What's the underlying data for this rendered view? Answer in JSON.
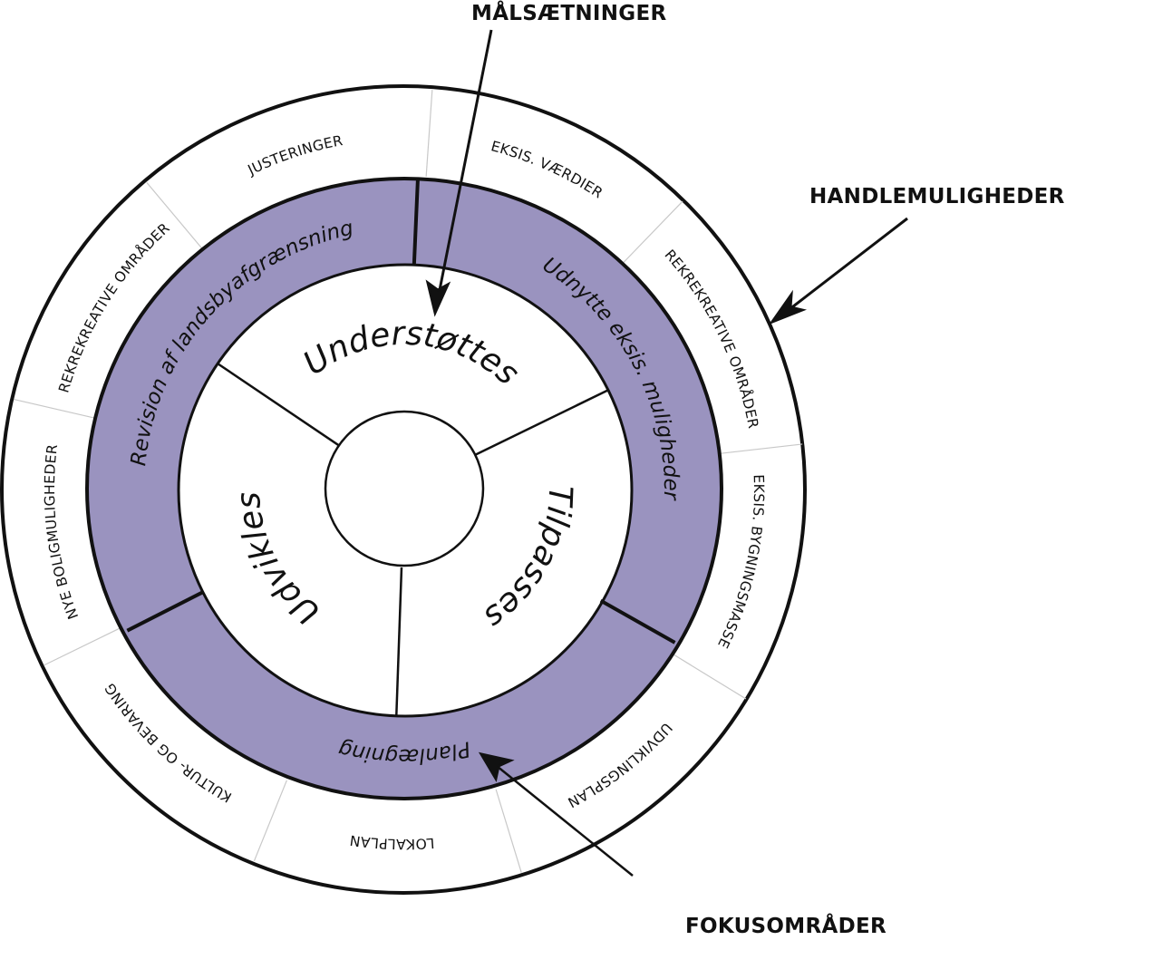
{
  "colors": {
    "focus_ring_fill": "#9a93bf",
    "stroke": "#111111",
    "minor_divider": "#c8c8c8",
    "background": "#ffffff"
  },
  "callouts": {
    "goals": "MÅLSÆTNINGER",
    "actions": "HANDLEMULIGHEDER",
    "focus": "FOKUSOMRÅDER"
  },
  "rings": {
    "goals": {
      "name": "Målsætninger",
      "segments": [
        "Understøttes",
        "Tilpasses",
        "Udvikles"
      ]
    },
    "focus_areas": {
      "name": "Fokusområder",
      "segments": [
        "Revision af landsbyafgrænsning",
        "Udnytte eksis. muligheder",
        "Planlægning"
      ]
    },
    "action_options": {
      "name": "Handlemuligheder",
      "segments": [
        "JUSTERINGER",
        "EKSIS. VÆRDIER",
        "REKREKREATIVE OMRÅDER",
        "EKSIS. BYGNINGSMASSE",
        "UDVIKLINGSPLAN",
        "LOKALPLAN",
        "KULTUR- OG BEVARING",
        "NYE BOLIGMULIGHEDER",
        "REKREKREATIVE OMRÅDER"
      ]
    }
  }
}
